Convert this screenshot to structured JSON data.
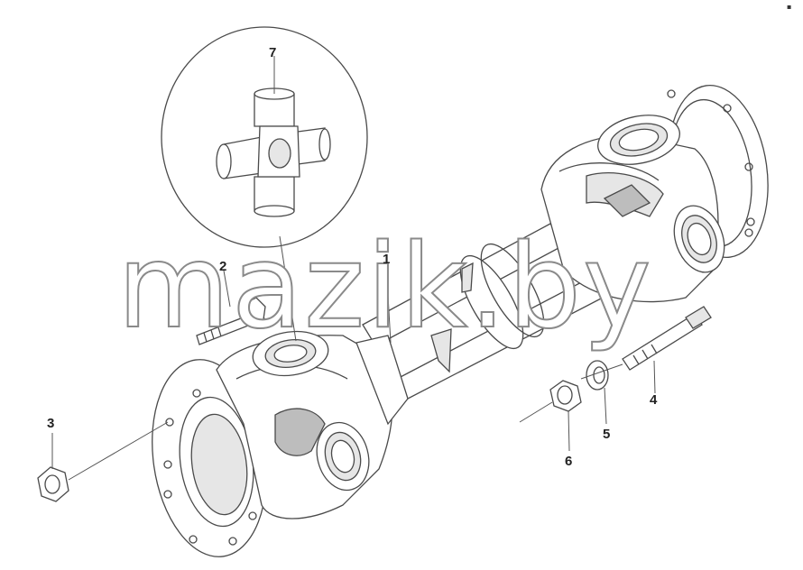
{
  "watermark": {
    "text": "mazik.by"
  },
  "corner_mark": "▪︎ ",
  "callouts": [
    {
      "id": "1",
      "label": "1"
    },
    {
      "id": "2",
      "label": "2"
    },
    {
      "id": "3",
      "label": "3"
    },
    {
      "id": "4",
      "label": "4"
    },
    {
      "id": "5",
      "label": "5"
    },
    {
      "id": "6",
      "label": "6"
    },
    {
      "id": "7",
      "label": "7"
    }
  ],
  "colors": {
    "line": "#4a4a4a",
    "watermark_outline": "#8a8a8a",
    "background": "#ffffff"
  }
}
